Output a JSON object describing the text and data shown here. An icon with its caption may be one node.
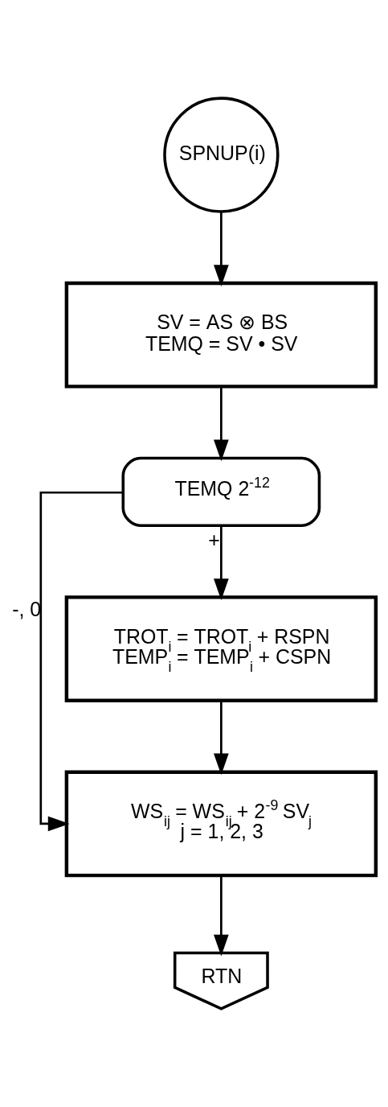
{
  "diagram": {
    "nodes": [
      {
        "text": [
          "SPNUP(i)"
        ]
      },
      {
        "text": [
          "SV = AS ⊗ BS",
          "TEMQ = SV • SV"
        ]
      },
      {
        "text": [
          "TEMQ 2$^{-12}$"
        ]
      },
      {
        "text": [
          "TROT$_{i}$ = TROT$_{i}$ + RSPN",
          "TEMP$_{i}$ = TEMP$_{i}$ + CSPN"
        ]
      },
      {
        "text": [
          "WS$_{ij}$ = WS$_{ij}$ + 2$^{-9}$ SV$_{j}$",
          "j = 1, 2, 3"
        ]
      },
      {
        "text": [
          "RTN"
        ]
      }
    ],
    "edges": [
      {
        "from": 0,
        "to": 1,
        "arrow": "to"
      },
      {
        "from": 1,
        "to": 2,
        "arrow": "to"
      },
      {
        "from": 2,
        "to": 3,
        "label": "+",
        "arrow": "to"
      },
      {
        "from": 3,
        "to": 4,
        "arrow": "to"
      },
      {
        "from": 2,
        "to": 4,
        "label": "-, 0",
        "arrow": "to"
      },
      {
        "from": 4,
        "to": 5,
        "arrow": "to"
      }
    ]
  }
}
